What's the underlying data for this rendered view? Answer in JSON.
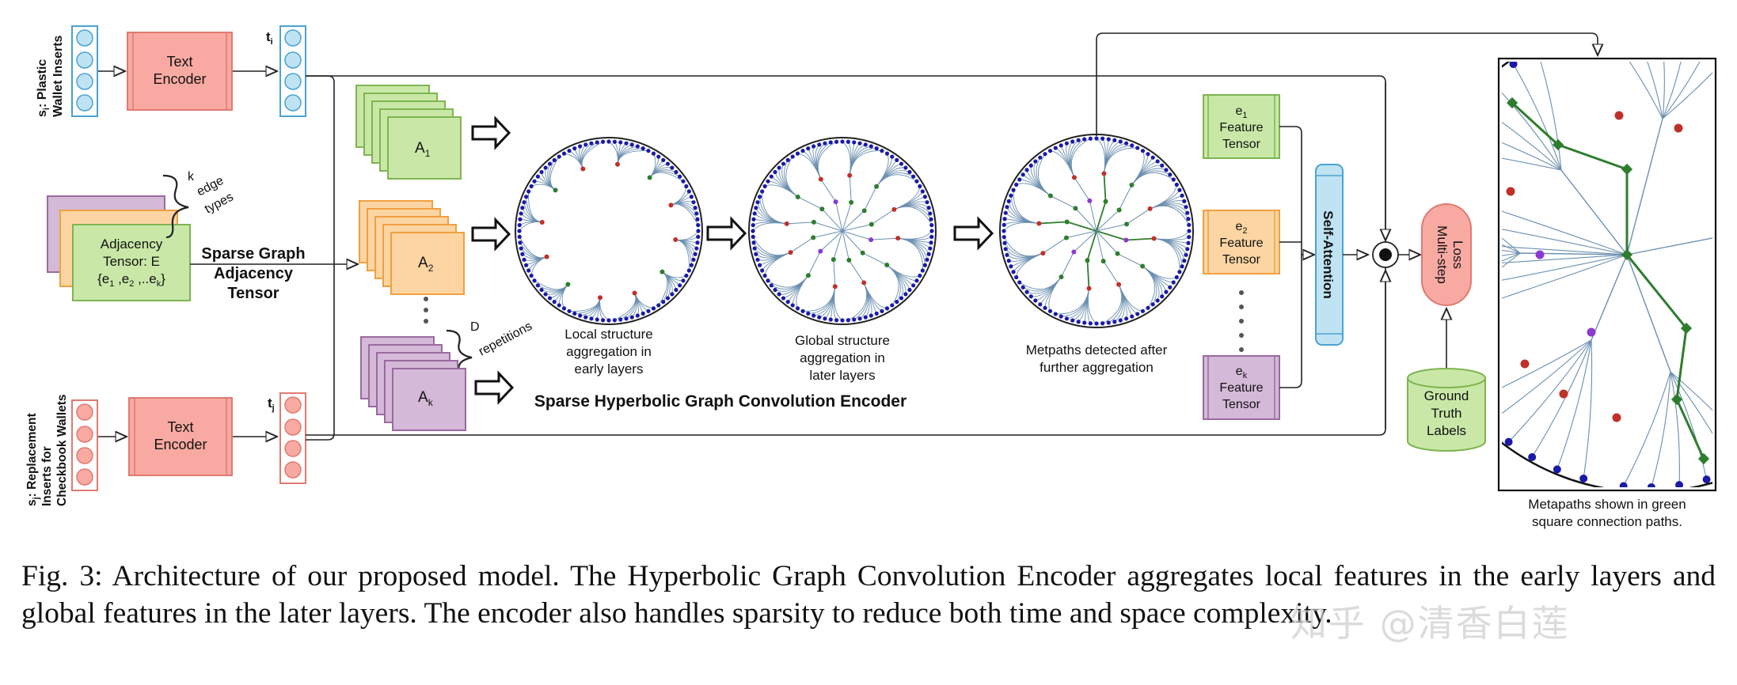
{
  "inputs": {
    "si_label_line1": "s",
    "si_label_sub": "i",
    "si_label_rest1": ": Plastic",
    "si_label_line2": "Wallet Inserts",
    "sj_label_line1": "s",
    "sj_label_sub": "j",
    "sj_label_rest1": ": Replacement",
    "sj_label_line2": "Inserts for",
    "sj_label_line3": "Checkbook Wallets",
    "text_encoder_line1": "Text",
    "text_encoder_line2": "Encoder",
    "ti_base": "t",
    "ti_sub": "i",
    "tj_base": "t",
    "tj_sub": "j"
  },
  "adjacency": {
    "k_label": "k",
    "edge_label": "edge",
    "types_label": "types",
    "box_line1": "Adjacency",
    "box_line2": "Tensor: E",
    "box_line3_a": "{e",
    "box_line3_s1": "1",
    "box_line3_b": " ,e",
    "box_line3_s2": "2",
    "box_line3_c": " ,..e",
    "box_line3_s3": "k",
    "box_line3_d": "}",
    "sparse_line1": "Sparse Graph",
    "sparse_line2": "Adjacency",
    "sparse_line3": "Tensor",
    "a1_base": "A",
    "a1_sub": "1",
    "a2_base": "A",
    "a2_sub": "2",
    "ak_base": "A",
    "ak_sub": "k",
    "d_label": "D",
    "repetitions_label": "repetitions"
  },
  "encoder": {
    "circle1_line1": "Local structure",
    "circle1_line2": "aggregation in",
    "circle1_line3": "early layers",
    "circle2_line1": "Global structure",
    "circle2_line2": "aggregation in",
    "circle2_line3": "later layers",
    "circle3_line1": "Metpaths detected  after",
    "circle3_line2": "further aggregation",
    "title": "Sparse Hyperbolic Graph Convolution Encoder"
  },
  "features": {
    "e1_base": "e",
    "e1_sub": "1",
    "e2_base": "e",
    "e2_sub": "2",
    "ek_base": "e",
    "ek_sub": "k",
    "feature_label": "Feature",
    "tensor_label": "Tensor",
    "self_attention": "Self-Attention"
  },
  "loss": {
    "multistep_line1": "Multi-step",
    "multistep_line2": "Loss",
    "gt_line1": "Ground",
    "gt_line2": "Truth",
    "gt_line3": "Labels"
  },
  "zoom": {
    "caption_line1": "Metapaths shown in green",
    "caption_line2": "square connection paths."
  },
  "figure_caption": "Fig. 3: Architecture of our proposed model. The Hyperbolic Graph Convolution Encoder aggregates local features in the early layers and global features in the later layers. The encoder also handles sparsity to reduce both time and space complexity.",
  "watermark": "知乎 @清香白莲",
  "colors": {
    "blue_fill": "#bfe3f3",
    "blue_stroke": "#4aa3d1",
    "red_fill": "#f8aaa2",
    "red_stroke": "#e07a70",
    "green_fill": "#c9e8a8",
    "green_stroke": "#7fb450",
    "orange_fill": "#fcd5a2",
    "orange_stroke": "#f0a040",
    "purple_fill": "#d5b9d8",
    "purple_stroke": "#9a6aa0",
    "node_blue": "#1a1aa8",
    "metapath_green": "#2e7d2e"
  }
}
